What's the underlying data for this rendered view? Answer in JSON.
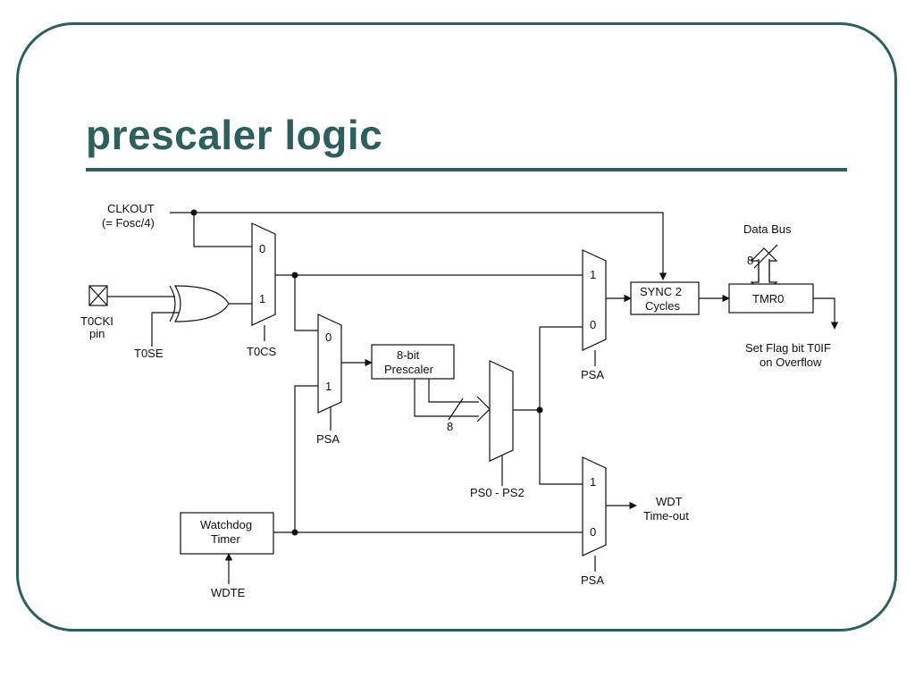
{
  "slide": {
    "title": "prescaler logic",
    "accent_color": "#2e5f5c"
  },
  "diagram": {
    "clkout_line1": "CLKOUT",
    "clkout_line2": "(= Fosc/4)",
    "t0cki_line1": "T0CKI",
    "t0cki_line2": "pin",
    "t0se": "T0SE",
    "t0cs": "T0CS",
    "psa": "PSA",
    "mux_in0": "0",
    "mux_in1": "1",
    "prescaler_line1": "8-bit",
    "prescaler_line2": "Prescaler",
    "bus_width": "8",
    "ps_select": "PS0 - PS2",
    "sync_line1": "SYNC 2",
    "sync_line2": "Cycles",
    "tmr0": "TMR0",
    "data_bus": "Data Bus",
    "overflow_line1": "Set Flag bit T0IF",
    "overflow_line2": "on Overflow",
    "watchdog_line1": "Watchdog",
    "watchdog_line2": "Timer",
    "wdte": "WDTE",
    "wdt_line1": "WDT",
    "wdt_line2": "Time-out"
  }
}
